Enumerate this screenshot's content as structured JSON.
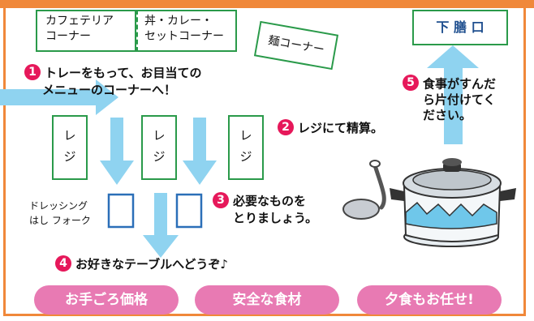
{
  "corners": {
    "cafeteria": [
      "カフェテリア",
      "コーナー"
    ],
    "donburi": [
      "丼・カレー・",
      "セットコーナー"
    ],
    "noodle": "麺コーナー",
    "tray_return": "下 膳 口"
  },
  "registers": [
    "レ ジ",
    "レ ジ",
    "レ ジ"
  ],
  "steps": [
    {
      "num": "1",
      "text": [
        "トレーをもって、お目当ての",
        "メニューのコーナーへ！"
      ]
    },
    {
      "num": "2",
      "text": [
        "レジにて精算。"
      ]
    },
    {
      "num": "3",
      "text": [
        "必要なものを",
        "とりましょう。"
      ]
    },
    {
      "num": "4",
      "text": [
        "お好きなテーブルへどうぞ♪"
      ]
    },
    {
      "num": "5",
      "text": [
        "食事がすんだ",
        "ら片付けてく",
        "ださい。"
      ]
    }
  ],
  "utensils": [
    "ドレッシング",
    "はし フォーク"
  ],
  "pills": [
    "お手ごろ価格",
    "安全な食材",
    "夕食もお任せ!"
  ],
  "colors": {
    "frame": "#f0883a",
    "arrow": "#8fd3f0",
    "box_border": "#2a9a4a",
    "pill": "#e87ab3",
    "number": "#e6185a",
    "utensil_box": "#2b6fb8"
  },
  "icons": [
    "pot-icon",
    "ladle-icon"
  ]
}
